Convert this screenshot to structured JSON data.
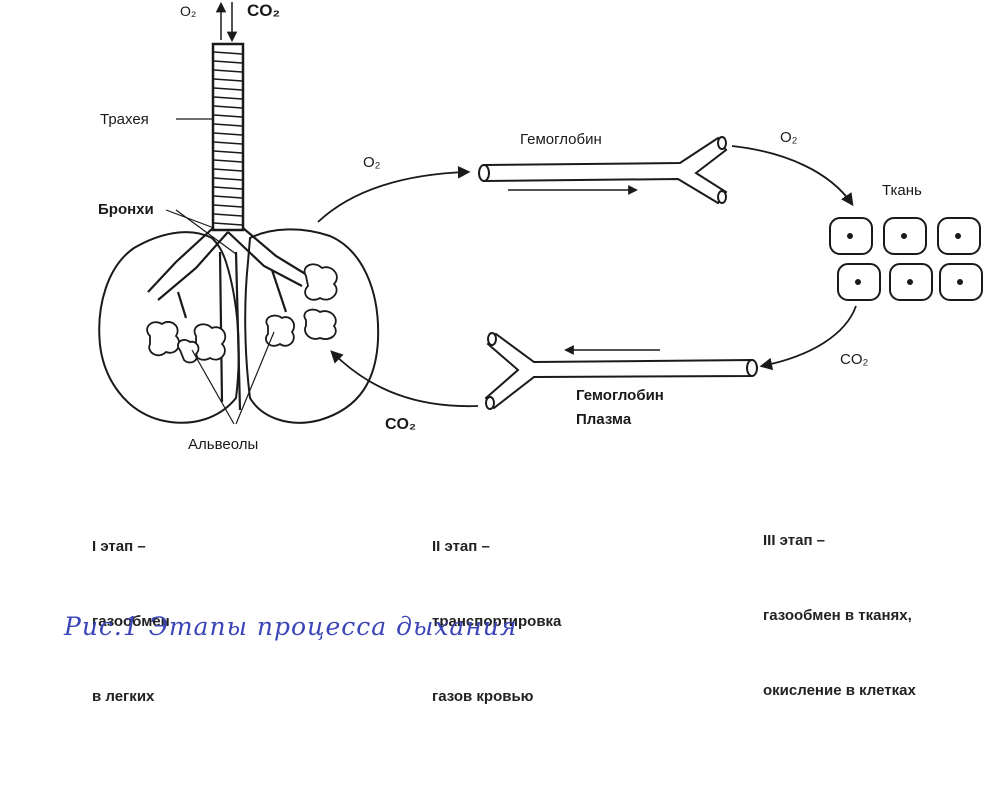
{
  "labels": {
    "top_o2": "O₂",
    "top_co2": "CO₂",
    "trachea": "Трахея",
    "bronchi": "Бронхи",
    "alveoli": "Альвеолы",
    "o2_to_blood": "O₂",
    "co2_from_blood": "CO₂",
    "hemoglobin_top": "Гемоглобин",
    "o2_to_tissue": "O₂",
    "tissue": "Ткань",
    "co2_from_tissue": "CO₂",
    "hemoglobin_bottom": "Гемоглобин",
    "plasma": "Плазма"
  },
  "stages": [
    {
      "lines": [
        "I этап –",
        "газообмен",
        "в легких"
      ]
    },
    {
      "lines": [
        "II этап –",
        "транспортировка",
        "газов кровью"
      ]
    },
    {
      "lines": [
        "III этап –",
        "газообмен в тканях,",
        "окисление в клетках"
      ]
    }
  ],
  "caption": "Рис.1   Этапы процесса дыхания",
  "colors": {
    "ink": "#1a1a1a",
    "caption": "#3b45b8"
  }
}
